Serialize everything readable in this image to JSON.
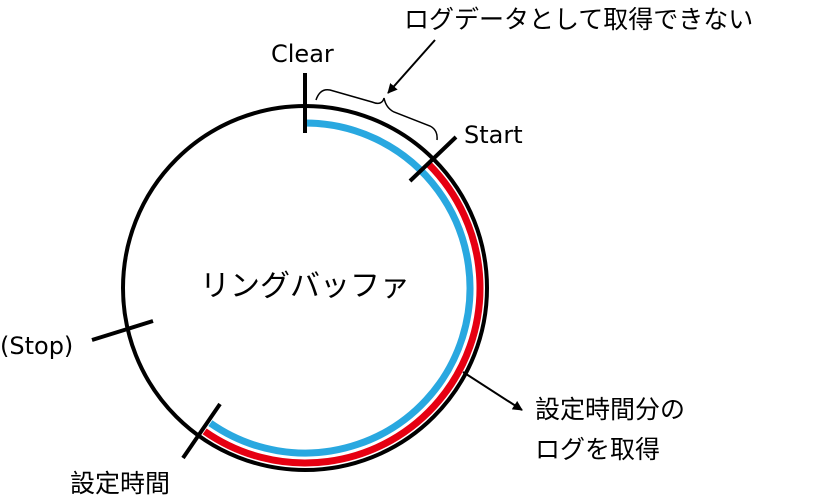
{
  "title": "リングバッファ",
  "labels": {
    "not_logged": "ログデータとして取得できない",
    "clear": "Clear",
    "start": "Start",
    "stop": "(Stop)",
    "logged_line1": "設定時間分の",
    "logged_line2": "ログを取得",
    "set_time": "設定時間"
  },
  "colors": {
    "buffer": "#000000",
    "logged": "#e60012",
    "recorded": "#29a8e0"
  }
}
